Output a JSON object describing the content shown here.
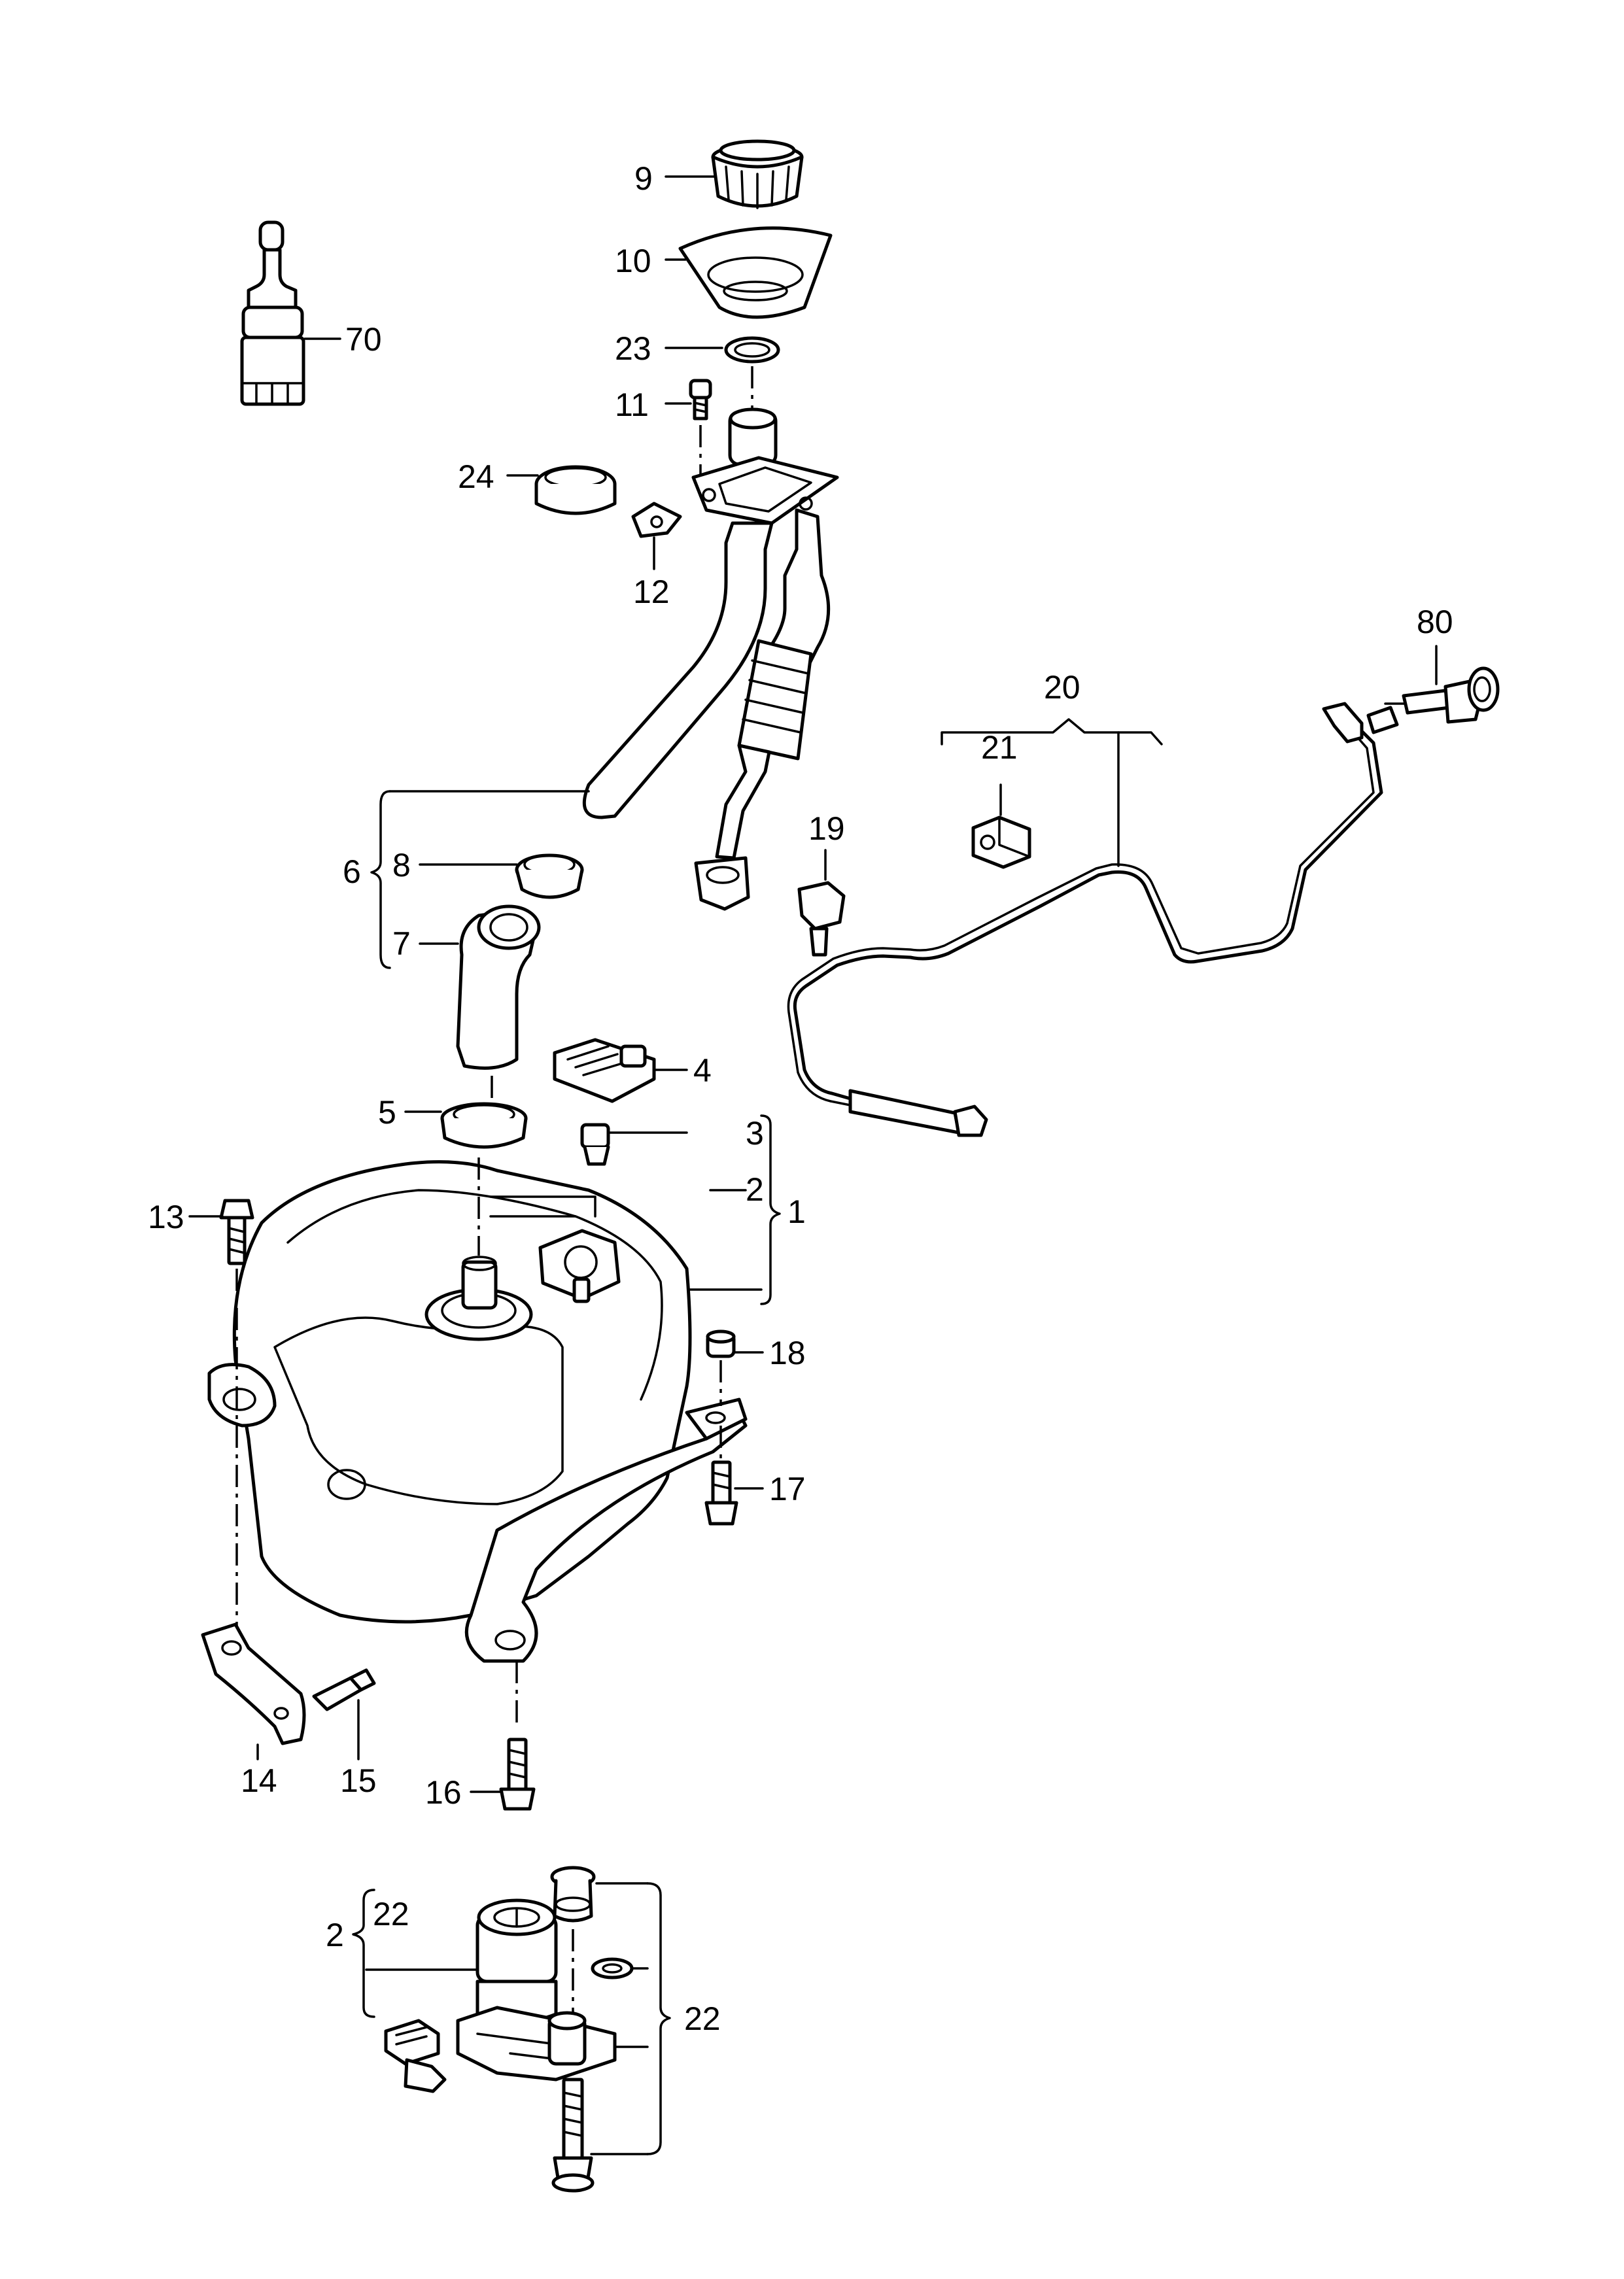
{
  "labels": {
    "p1": "1",
    "p2": "2",
    "p3": "3",
    "p4": "4",
    "p5": "5",
    "p6": "6",
    "p7": "7",
    "p8": "8",
    "p9": "9",
    "p10": "10",
    "p11": "11",
    "p12": "12",
    "p13": "13",
    "p14": "14",
    "p15": "15",
    "p16": "16",
    "p17": "17",
    "p18": "18",
    "p19": "19",
    "p20": "20",
    "p21": "21",
    "p22a": "22",
    "p22b": "22",
    "p2b": "2",
    "p23": "23",
    "p24": "24",
    "p70": "70",
    "p80": "80"
  }
}
